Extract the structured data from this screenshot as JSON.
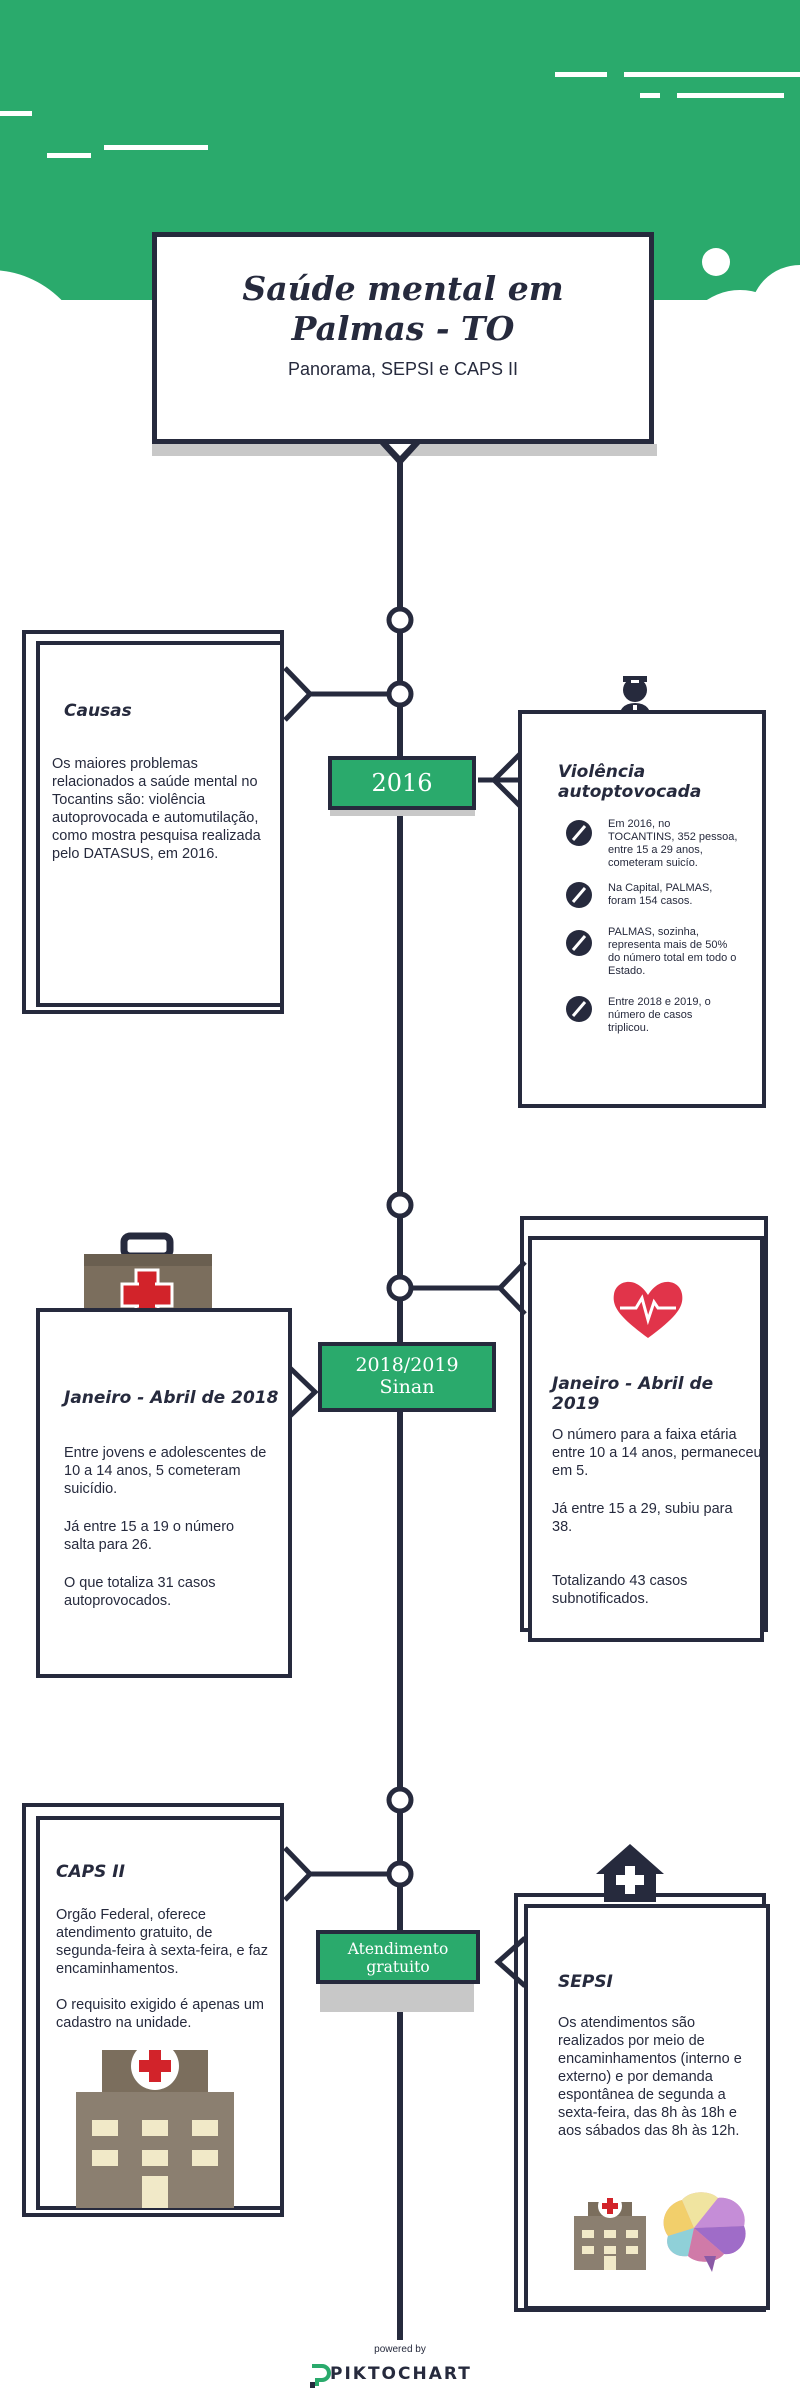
{
  "header": {
    "title_line1": "Saúde mental em",
    "title_line2": "Palmas - TO",
    "subtitle": "Panorama, SEPSI e CAPS II"
  },
  "section_2016": {
    "badge": "2016",
    "causes": {
      "title": "Causas",
      "text": "Os maiores problemas relacionados a saúde mental no Tocantins são:  violência autoprovocada e automutilação, como mostra pesquisa realizada pelo DATASUS, em 2016."
    },
    "violence": {
      "title_line1": "Violência",
      "title_line2": "autoptovocada",
      "items": [
        "Em 2016, no TOCANTINS, 352 pessoa, entre 15 a 29 anos, cometeram suicío.",
        "Na Capital, PALMAS, foram 154 casos.",
        "PALMAS, sozinha, representa mais de 50% do número total em todo o Estado.",
        "Entre 2018 e 2019, o número de casos triplicou."
      ]
    }
  },
  "section_sinan": {
    "badge_line1": "2018/2019",
    "badge_line2": "Sinan",
    "left": {
      "title": "Janeiro - Abril de 2018",
      "p1": "Entre jovens e adolescentes de 10 a 14 anos, 5 cometeram suicídio.",
      "p2": "Já entre 15 a 19 o número salta para 26.",
      "p3": "O que totaliza 31 casos autoprovocados."
    },
    "right": {
      "title": "Janeiro - Abril de 2019",
      "p1": "O número para a faixa etária entre  10 a 14 anos, permaneceu em 5.",
      "p2": "Já entre 15 a 29,  subiu para 38.",
      "p3": "Totalizando 43 casos subnotificados."
    }
  },
  "section_atendimento": {
    "badge_line1": "Atendimento",
    "badge_line2": "gratuito",
    "caps": {
      "title": "CAPS II",
      "p1": "Orgão Federal, oferece atendimento gratuito, de segunda-feira à sexta-feira, e faz encaminhamentos.",
      "p2": "O requisito exigido é apenas um cadastro na unidade."
    },
    "sepsi": {
      "title": "SEPSI",
      "text": "Os atendimentos são realizados por meio de encaminhamentos (interno e externo) e por demanda espontânea de segunda a sexta-feira, das 8h às 18h e aos sábados das 8h às 12h."
    }
  },
  "footer": {
    "powered_by": "powered by",
    "brand": "PIKTOCHART"
  },
  "colors": {
    "green": "#2aaa6c",
    "navy": "#262a3d",
    "red": "#d2232a",
    "heart": "#e1344a"
  }
}
